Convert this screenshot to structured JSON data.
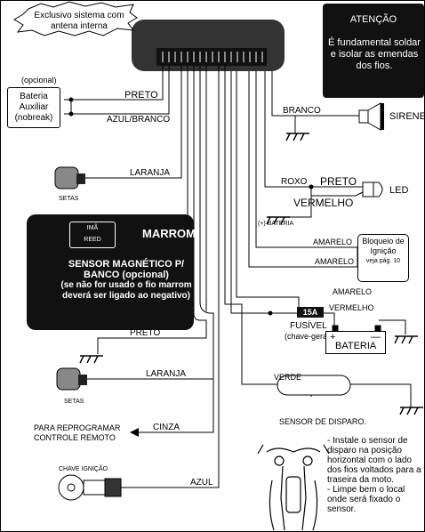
{
  "cloud_label": "Exclusivo sistema com antena interna",
  "attention": {
    "title": "ATENÇÃO",
    "body": "É fundamental soldar e isolar as emendas dos fios."
  },
  "aux_battery": {
    "optional_label": "(opcional)",
    "name": "Bateria Auxiliar (nobreak)"
  },
  "wires": {
    "preto_top": "PRETO",
    "azul_branco": "AZUL/BRANCO",
    "branco": "BRANCO",
    "laranja_top": "LARANJA",
    "roxo": "ROXO",
    "preto_led": "PRETO",
    "vermelho_led": "VERMELHO",
    "amarelo_1": "AMARELO",
    "amarelo_2": "AMARELO",
    "amarelo_3": "AMARELO",
    "vermelho_bat": "VERMELHO",
    "preto_mid": "PRETO",
    "laranja_bottom": "LARANJA",
    "verde": "VERDE",
    "cinza": "CINZA",
    "azul": "AZUL"
  },
  "labels": {
    "sirene": "SIRENE",
    "led": "LED",
    "bateria_pos": "(+) BATERIA",
    "setas_top": "SETAS",
    "setas_bottom": "SETAS",
    "fusivel": "FUSÍVEL",
    "fusivel_sub": "(chave-geral)",
    "fuse_rating": "15A",
    "bateria": "BATERIA",
    "plus": "+",
    "minus": "—",
    "sensor_disparo": "SENSOR DE DISPARO.",
    "reprogramar": "PARA REPROGRAMAR CONTROLE REMOTO",
    "chave_ignicao": "CHAVE IGNIÇÃO",
    "ima": "IMÃ",
    "reed": "REED"
  },
  "bloqueio": {
    "title": "Bloqueio de Ignição",
    "ref": "veja pág. 10"
  },
  "magnetic_sensor": {
    "wire": "MARROM",
    "title": "SENSOR MAGNÉTICO P/ BANCO (opcional)",
    "note": "(se não for usado o fio marrom deverá ser ligado ao negativo)"
  },
  "instructions": [
    "- Instale o sensor de disparo na posição horizontal com o lado dos fios voltados para a traseira da moto.",
    "- Limpe bem o local onde será fixado o sensor."
  ]
}
